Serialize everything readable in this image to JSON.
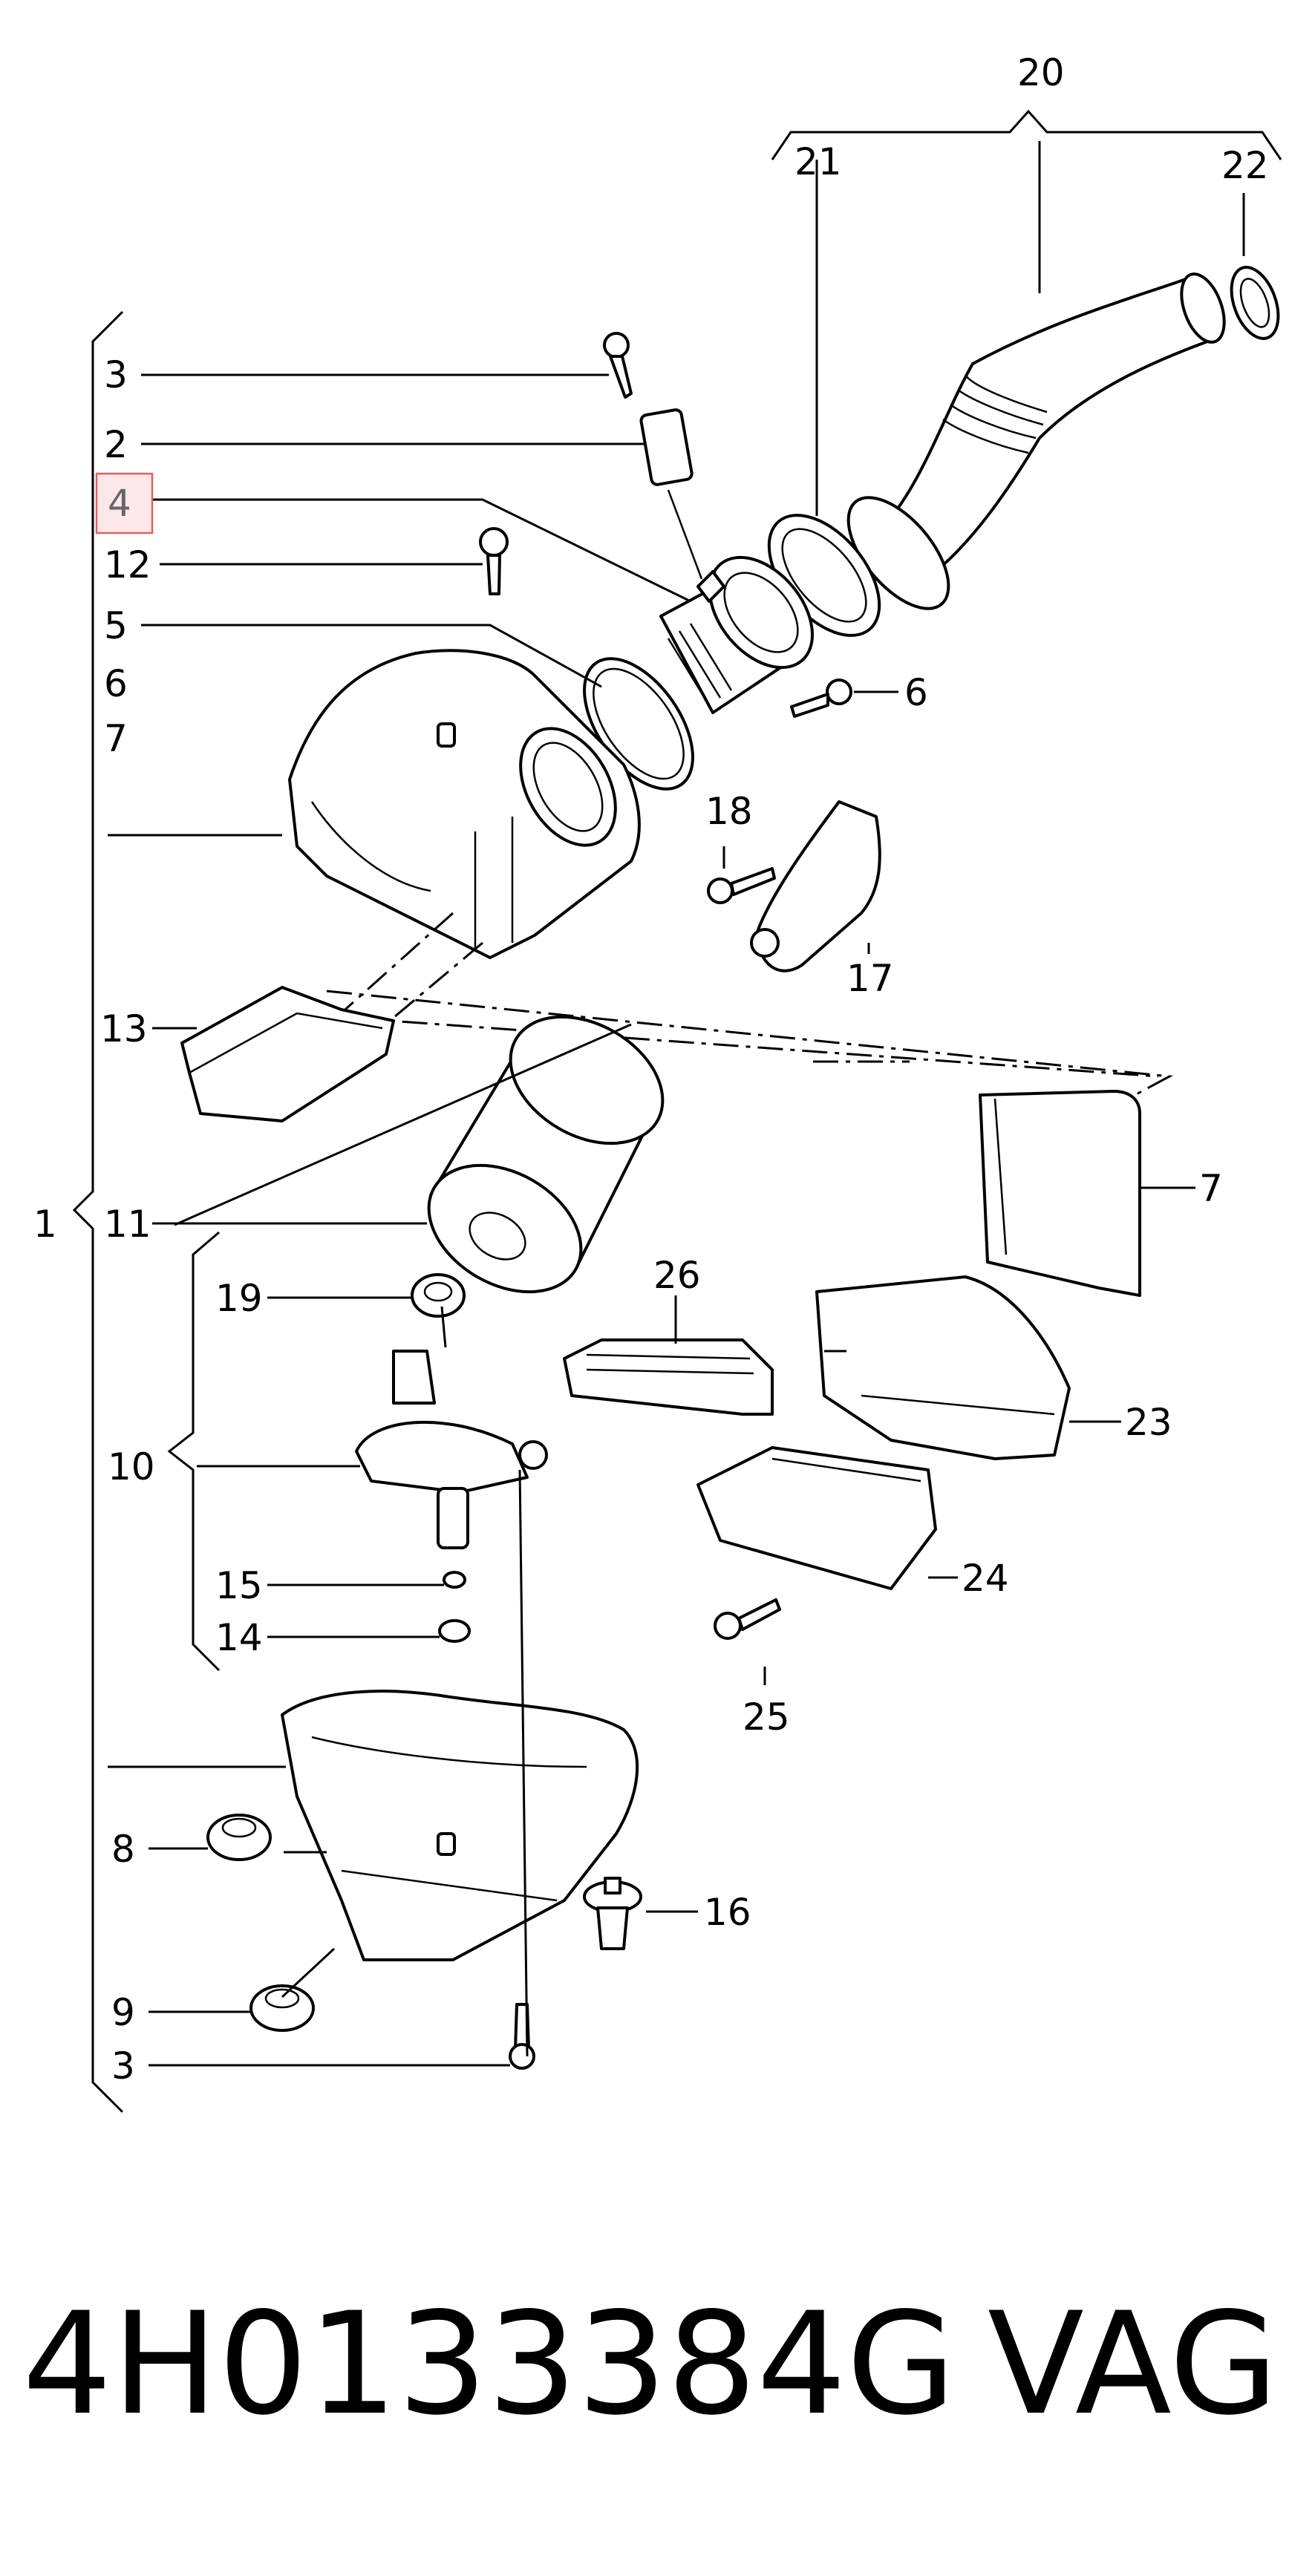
{
  "callouts": {
    "c1": "1",
    "c2": "2",
    "c3a": "3",
    "c3b": "3",
    "c4": "4",
    "c5": "5",
    "c6a": "6",
    "c6b": "6",
    "c7a": "7",
    "c7b": "7",
    "c8": "8",
    "c9": "9",
    "c10": "10",
    "c11": "11",
    "c12": "12",
    "c13": "13",
    "c14": "14",
    "c15": "15",
    "c16": "16",
    "c17": "17",
    "c18": "18",
    "c19": "19",
    "c20": "20",
    "c21": "21",
    "c22": "22",
    "c23": "23",
    "c24": "24",
    "c25": "25",
    "c26": "26"
  },
  "footer": {
    "part_number": "4H0133384G",
    "brand": "VAG"
  },
  "highlight_color": "#e06060"
}
